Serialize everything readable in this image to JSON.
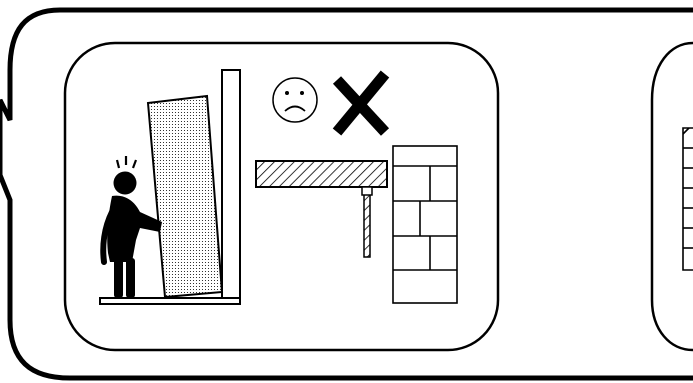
{
  "diagram": {
    "panels": [
      {
        "id": "incorrect",
        "verdict_icon": "x-mark-icon",
        "mood_icon": "sad-face-icon",
        "items": [
          "child-figure",
          "leaning-panel",
          "wall",
          "shelf",
          "bracket",
          "brick-wall"
        ]
      },
      {
        "id": "second-panel-partial",
        "items": [
          "brick-wall"
        ]
      }
    ],
    "colors": {
      "stroke": "#000000",
      "background": "#ffffff"
    }
  }
}
